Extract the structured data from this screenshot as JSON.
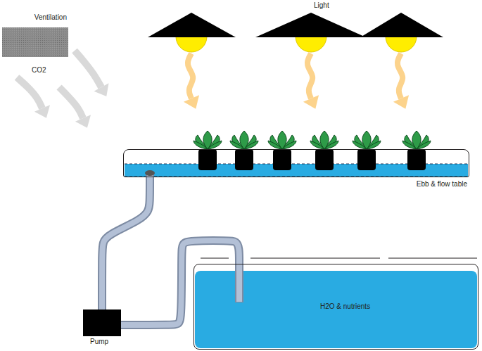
{
  "diagram": {
    "nodes": [
      {
        "text": [
          "Ventilation"
        ]
      },
      {
        "text": [
          "Ebb & flow table"
        ]
      },
      {
        "text": [
          "Pump"
        ]
      },
      {
        "text": [
          "H2O & nutrients"
        ]
      }
    ],
    "edges": [
      {
        "from": 3,
        "to": 2,
        "arrow": "none"
      },
      {
        "from": 2,
        "to": 1,
        "arrow": "none"
      }
    ],
    "labels": [
      "Light",
      "CO2"
    ]
  }
}
